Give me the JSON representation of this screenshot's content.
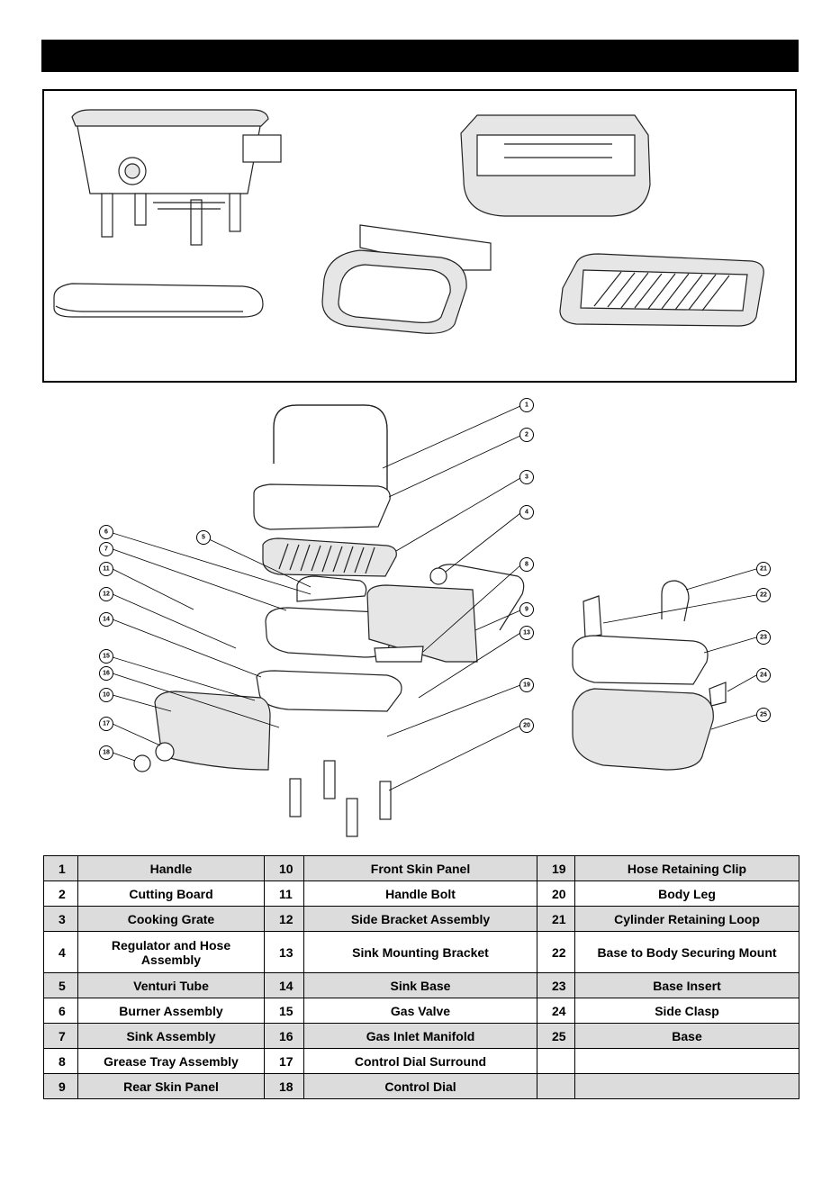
{
  "header": {
    "title": ""
  },
  "callouts": [
    "1",
    "2",
    "3",
    "4",
    "5",
    "6",
    "7",
    "8",
    "9",
    "10",
    "11",
    "12",
    "13",
    "14",
    "15",
    "16",
    "17",
    "18",
    "19",
    "20",
    "21",
    "22",
    "23",
    "24",
    "25"
  ],
  "parts": [
    [
      {
        "n": "1",
        "name": "Handle"
      },
      {
        "n": "10",
        "name": "Front Skin Panel"
      },
      {
        "n": "19",
        "name": "Hose Retaining Clip"
      }
    ],
    [
      {
        "n": "2",
        "name": "Cutting Board"
      },
      {
        "n": "11",
        "name": "Handle Bolt"
      },
      {
        "n": "20",
        "name": "Body Leg"
      }
    ],
    [
      {
        "n": "3",
        "name": "Cooking Grate"
      },
      {
        "n": "12",
        "name": "Side Bracket Assembly"
      },
      {
        "n": "21",
        "name": "Cylinder Retaining Loop"
      }
    ],
    [
      {
        "n": "4",
        "name": "Regulator and Hose Assembly"
      },
      {
        "n": "13",
        "name": "Sink Mounting Bracket"
      },
      {
        "n": "22",
        "name": "Base to Body Securing Mount"
      }
    ],
    [
      {
        "n": "5",
        "name": "Venturi Tube"
      },
      {
        "n": "14",
        "name": "Sink Base"
      },
      {
        "n": "23",
        "name": "Base Insert"
      }
    ],
    [
      {
        "n": "6",
        "name": "Burner Assembly"
      },
      {
        "n": "15",
        "name": "Gas Valve"
      },
      {
        "n": "24",
        "name": "Side Clasp"
      }
    ],
    [
      {
        "n": "7",
        "name": "Sink Assembly"
      },
      {
        "n": "16",
        "name": "Gas Inlet Manifold"
      },
      {
        "n": "25",
        "name": "Base"
      }
    ],
    [
      {
        "n": "8",
        "name": "Grease Tray Assembly"
      },
      {
        "n": "17",
        "name": "Control Dial Surround"
      },
      {
        "n": "",
        "name": ""
      }
    ],
    [
      {
        "n": "9",
        "name": "Rear Skin Panel"
      },
      {
        "n": "18",
        "name": "Control Dial"
      },
      {
        "n": "",
        "name": ""
      }
    ]
  ]
}
